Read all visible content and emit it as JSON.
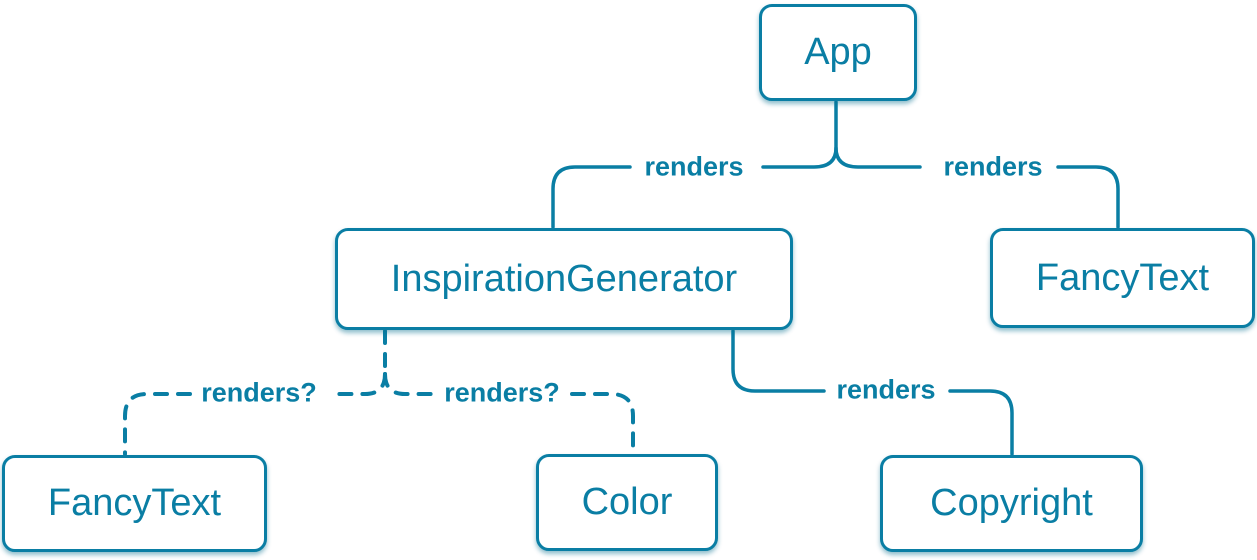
{
  "diagram": {
    "accent_color": "#0a7ea4",
    "node_fill_color": "#ffffff",
    "nodes": {
      "app": {
        "label": "App"
      },
      "inspiration_generator": {
        "label": "InspirationGenerator"
      },
      "fancy_text_top": {
        "label": "FancyText"
      },
      "fancy_text_bottom": {
        "label": "FancyText"
      },
      "color": {
        "label": "Color"
      },
      "copyright": {
        "label": "Copyright"
      }
    },
    "edges": [
      {
        "from": "App",
        "to": "InspirationGenerator",
        "label": "renders",
        "style": "solid"
      },
      {
        "from": "App",
        "to": "FancyText",
        "label": "renders",
        "style": "solid"
      },
      {
        "from": "InspirationGenerator",
        "to": "FancyText",
        "label": "renders?",
        "style": "dashed"
      },
      {
        "from": "InspirationGenerator",
        "to": "Color",
        "label": "renders?",
        "style": "dashed"
      },
      {
        "from": "InspirationGenerator",
        "to": "Copyright",
        "label": "renders",
        "style": "solid"
      }
    ]
  }
}
